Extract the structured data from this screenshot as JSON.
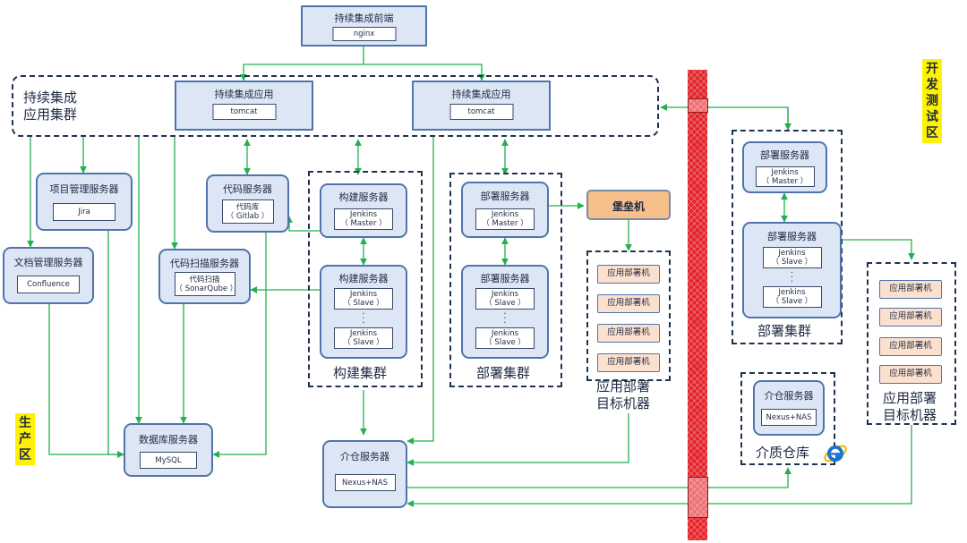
{
  "zones": {
    "dev_test": [
      "开",
      "发",
      "测",
      "试",
      "区"
    ],
    "production": [
      "生",
      "产",
      "区"
    ]
  },
  "ci_frontend": {
    "title": "持续集成前端",
    "inner": "nginx"
  },
  "ci_app_cluster": {
    "label_lines": [
      "持续集成",
      "应用集群"
    ],
    "apps": [
      {
        "title": "持续集成应用",
        "inner": "tomcat"
      },
      {
        "title": "持续集成应用",
        "inner": "tomcat"
      }
    ]
  },
  "project_mgmt": {
    "title": "项目管理服务器",
    "inner": "Jira"
  },
  "doc_mgmt": {
    "title": "文档管理服务器",
    "inner": "Confluence"
  },
  "code_server": {
    "title": "代码服务器",
    "inner_lines": [
      "代码库",
      "（ Gitlab ）"
    ]
  },
  "code_scan": {
    "title": "代码扫描服务器",
    "inner_lines": [
      "代码扫描",
      "（ SonarQube ）"
    ]
  },
  "db_server": {
    "title": "数据库服务器",
    "inner": "MySQL"
  },
  "build_cluster": {
    "label": "构建集群",
    "master": {
      "title": "构建服务器",
      "inner_lines": [
        "Jenkins",
        "（ Master ）"
      ]
    },
    "slave": {
      "title": "构建服务器",
      "inner_lines": [
        "Jenkins",
        "（ Slave ）"
      ],
      "inner2_lines": [
        "Jenkins",
        "（ Slave ）"
      ]
    }
  },
  "deploy_cluster_prod": {
    "label": "部署集群",
    "master": {
      "title": "部署服务器",
      "inner_lines": [
        "Jenkins",
        "（ Master ）"
      ]
    },
    "slave": {
      "title": "部署服务器",
      "inner_lines": [
        "Jenkins",
        "（ Slave ）"
      ],
      "inner2_lines": [
        "Jenkins",
        "（ Slave ）"
      ]
    }
  },
  "bastion": {
    "title": "堡垒机"
  },
  "deploy_targets_prod": {
    "label_lines": [
      "应用部署",
      "目标机器"
    ],
    "machines": [
      "应用部署机",
      "应用部署机",
      "应用部署机",
      "应用部署机"
    ]
  },
  "artifact_prod": {
    "title": "介仓服务器",
    "inner": "Nexus+NAS"
  },
  "deploy_cluster_dev": {
    "label": "部署集群",
    "master": {
      "title": "部署服务器",
      "inner_lines": [
        "Jenkins",
        "（ Master ）"
      ]
    },
    "slave": {
      "title": "部署服务器",
      "inner_lines": [
        "Jenkins",
        "（ Slave ）"
      ],
      "inner2_lines": [
        "Jenkins",
        "（ Slave ）"
      ]
    }
  },
  "media_repo": {
    "label": "介质仓库",
    "server": {
      "title": "介仓服务器",
      "inner": "Nexus+NAS"
    }
  },
  "deploy_targets_dev": {
    "label_lines": [
      "应用部署",
      "目标机器"
    ],
    "machines": [
      "应用部署机",
      "应用部署机",
      "应用部署机",
      "应用部署机"
    ]
  },
  "colors": {
    "box_fill": "#dce6f5",
    "box_border": "#4f74ad",
    "arrow": "#22b14c",
    "bastion_fill": "#f7c08a",
    "machine_fill": "#fbe0cd",
    "firewall": "#e3252b",
    "zone_label": "#fff200"
  },
  "icons": {
    "browser": "internet-explorer-icon",
    "firewall": "firewall-wall-icon"
  }
}
